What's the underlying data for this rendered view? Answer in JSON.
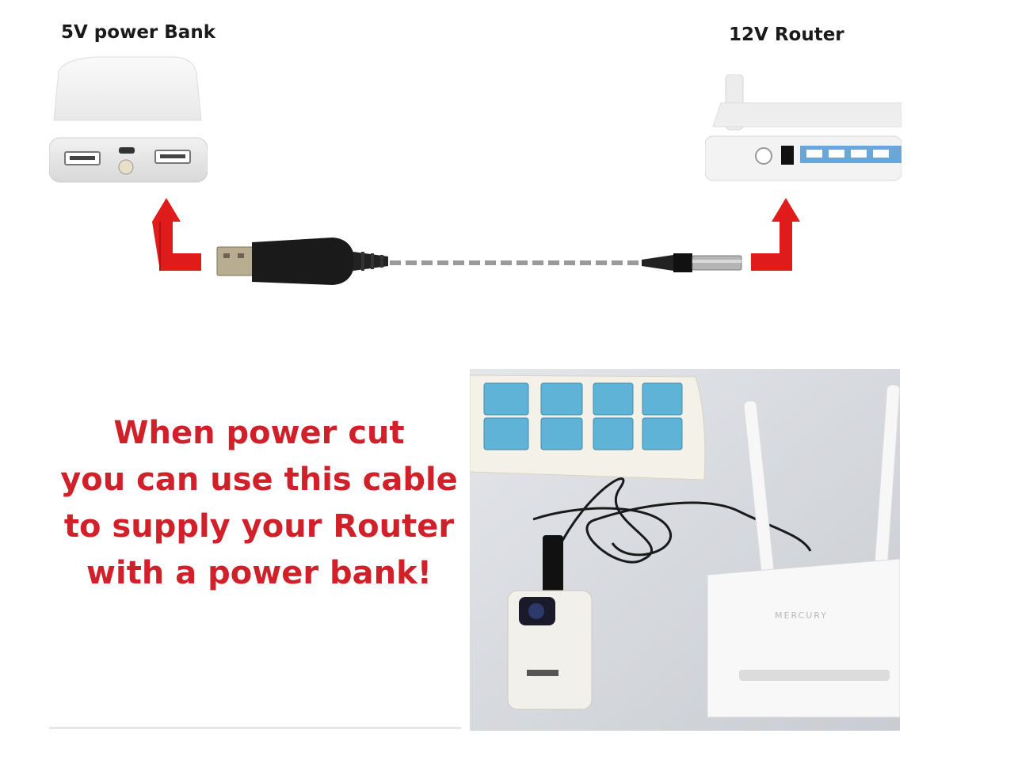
{
  "labels": {
    "power_bank": "5V power Bank",
    "router": "12V Router"
  },
  "message": {
    "lines": [
      "When power cut",
      "you can use this cable",
      "to supply your Router",
      "with a power bank!"
    ]
  },
  "photo": {
    "router_brand": "MERCURY"
  },
  "colors": {
    "arrow_red": "#e01b1b",
    "message_red": "#d0202a",
    "outlet_blue": "#5fb3d6"
  },
  "icons": {
    "up_arrow_left": "red-bent-up-arrow-icon",
    "up_arrow_right": "red-bent-up-arrow-icon"
  }
}
